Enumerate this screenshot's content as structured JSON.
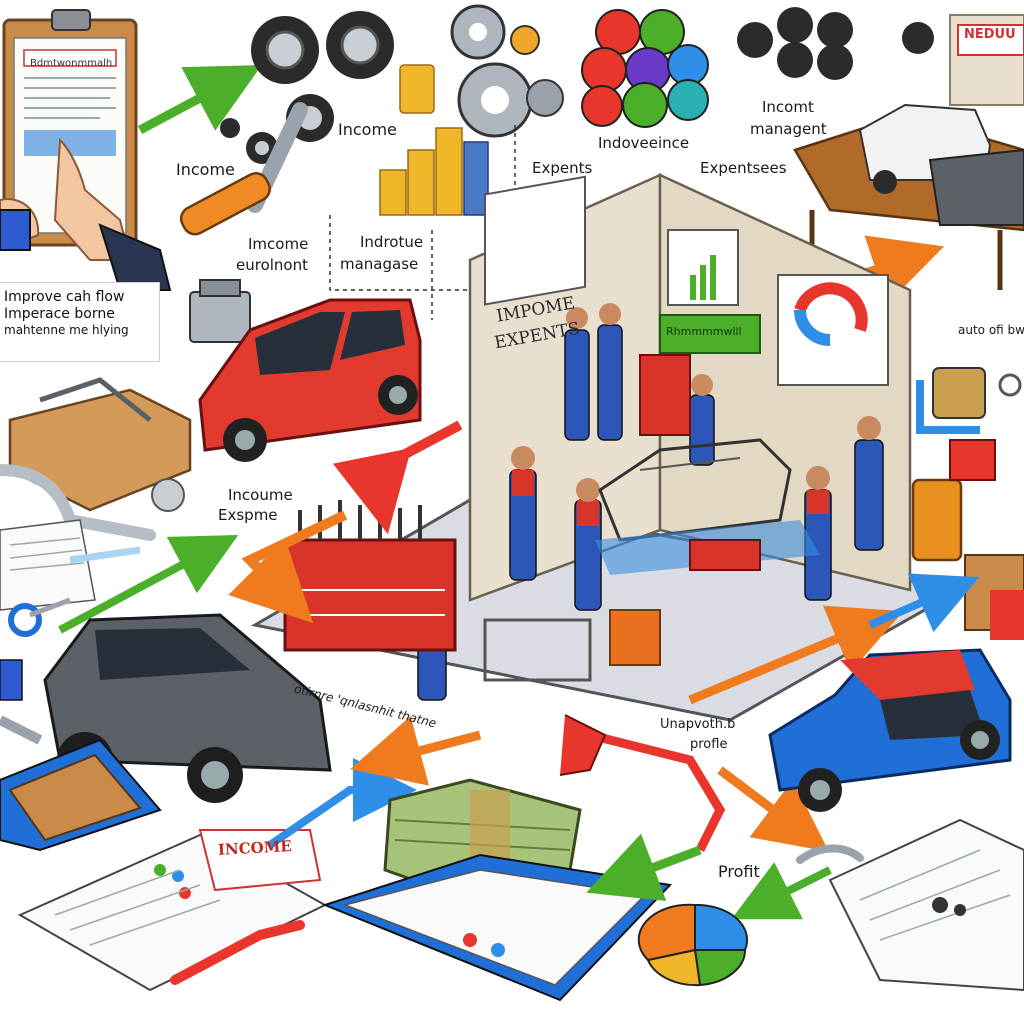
{
  "labels": {
    "clipboard_header": "Bdmtwonmmalh",
    "income_top": "Income",
    "income_left": "Income",
    "indoveeince": "Indoveeince",
    "expents": "Expents",
    "expentsees": "Expentsees",
    "incomt_managent_1": "Incomt",
    "incomt_managent_2": "managent",
    "income_eurohont_1": "Imcome",
    "income_eurohont_2": "eurolnont",
    "indrotue_1": "Indrotue",
    "indrotue_2": "managase",
    "callout_1": "Improve cah flow",
    "callout_2": "Imperace borne",
    "callout_3": "mahtenne me hlying",
    "wall_sign_1": "IMPOME",
    "wall_sign_2": "EXPENTS",
    "green_banner": "Rhmmmmwlll",
    "auto_label": "auto ofi bw",
    "income_expense_1": "Incoume",
    "income_expense_2": "Exspme",
    "diag_text": "otirnre 'qnlasnhit thatne",
    "unapprovable_1": "Unapvoth.b",
    "unapprovable_2": "profle",
    "profit": "Profit",
    "income_stamp": "INCOME",
    "red_sign": "NEDUU"
  },
  "colors": {
    "arrow_green": "#4caf2a",
    "arrow_orange": "#f07a1e",
    "arrow_blue": "#2f8ee8",
    "arrow_red": "#e8362c",
    "car_red": "#e23a2e",
    "car_blue": "#1f6fd6",
    "car_gray": "#5c6168",
    "uniform_blue": "#2c56b8",
    "uniform_red": "#d8342a",
    "floor": "#d9dde3",
    "wall": "#e8dfcf",
    "coin": "#f0b62a"
  }
}
